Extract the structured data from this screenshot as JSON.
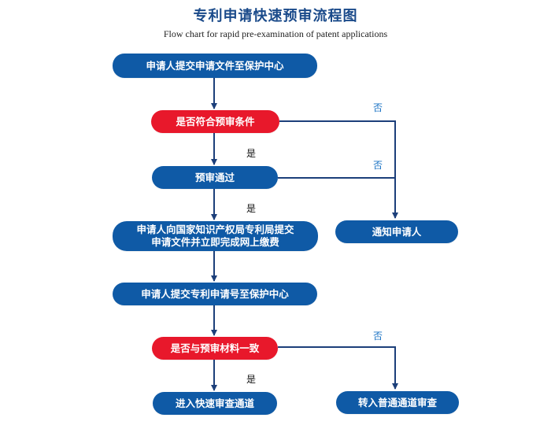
{
  "title": "专利申请快速预审流程图",
  "subtitle": "Flow chart for rapid pre-examination of patent applications",
  "colors": {
    "process": "#0f5aa6",
    "decision": "#e8182b",
    "arrow": "#1c3f7a",
    "no_label": "#1b73c4"
  },
  "nodes": {
    "submit_docs": "申请人提交申请文件至保护中心",
    "meets_conditions": "是否符合预审条件",
    "pre_review_pass": "预审通过",
    "submit_cnipa": "申请人向国家知识产权局专利局提交\n申请文件并立即完成网上缴费",
    "submit_number": "申请人提交专利申请号至保护中心",
    "consistent_materials": "是否与预审材料一致",
    "notify_applicant": "通知申请人",
    "fast_track": "进入快速审查通道",
    "normal_track": "转入普通通道审查"
  },
  "labels": {
    "yes": "是",
    "no": "否"
  }
}
